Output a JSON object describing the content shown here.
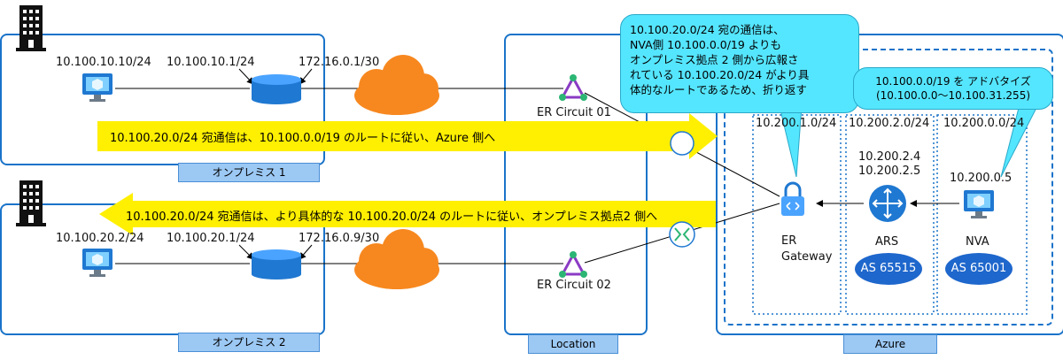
{
  "onprem1": {
    "tag": "オンプレミス 1",
    "host_ip": "10.100.10.10/24",
    "router_ip": "10.100.10.1/24",
    "peer_ip": "172.16.0.1/30"
  },
  "onprem2": {
    "tag": "オンプレミス 2",
    "host_ip": "10.100.20.2/24",
    "router_ip": "10.100.20.1/24",
    "peer_ip": "172.16.0.9/30"
  },
  "location": {
    "tag": "Location",
    "circuit1": "ER Circuit 01",
    "circuit2": "ER Circuit 02"
  },
  "azure": {
    "tag": "Azure",
    "subnet1": "10.200.1.0/24",
    "subnet2": "10.200.2.0/24",
    "subnet3": "10.200.0.0/24",
    "gateway_label": "ER\nGateway",
    "ars_ip1": "10.200.2.4",
    "ars_ip2": "10.200.2.5",
    "ars_label": "ARS",
    "ars_as": "AS 65515",
    "nva_ip": "10.200.0.5",
    "nva_label": "NVA",
    "nva_as": "AS 65001"
  },
  "arrows": {
    "right": "10.100.20.0/24 宛通信は、10.100.0.0/19 のルートに従い、Azure 側へ",
    "left": "10.100.20.0/24 宛通信は、より具体的な 10.100.20.0/24 のルートに従い、オンプレミス拠点2 側へ"
  },
  "callouts": {
    "main": "10.100.20.0/24 宛の通信は、\nNVA側 10.100.0.0/19 よりも\nオンプレミス拠点 2 側から広報さ\nれている 10.100.20.0/24 がより具\n体的なルートであるため、折り返す",
    "nva": "10.100.0.0/19 を アドバタイズ\n(10.100.0.0～10.100.31.255)"
  },
  "colors": {
    "box_border": "#1a73c9",
    "cloud": "#f7881f",
    "arrow": "#ffef00",
    "callout": "#55e6ff",
    "as_badge": "#1e67cc"
  }
}
